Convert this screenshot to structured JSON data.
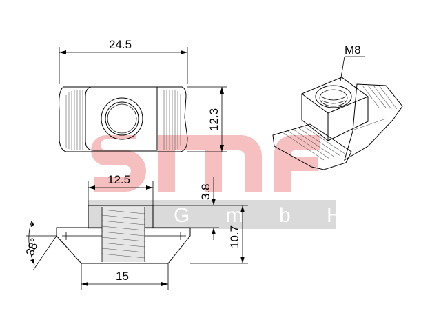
{
  "watermark": {
    "logo_text": "smf",
    "company_line": "G m b H",
    "logo_color": "#f6b9b9",
    "band_color": "#d4d4d4"
  },
  "dimensions": {
    "top_width": "24.5",
    "top_height": "12.3",
    "thread": "M8",
    "slot_width": "12.5",
    "neck_height": "3.8",
    "total_height": "10.7",
    "angle": "38°",
    "base_width": "15"
  },
  "colors": {
    "line": "#000000",
    "part_fill": "#ffffff",
    "rib": "#555555"
  }
}
